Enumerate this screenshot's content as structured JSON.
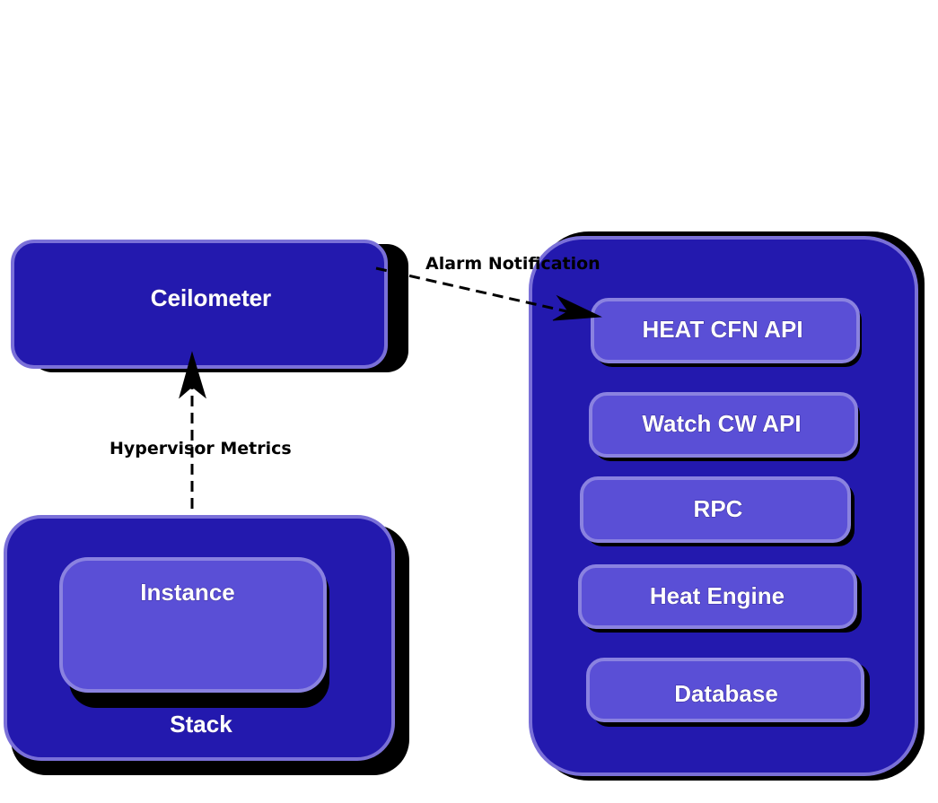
{
  "nodes": {
    "ceilometer": {
      "label": "Ceilometer"
    },
    "stack": {
      "label": "Stack"
    },
    "instance": {
      "label": "Instance"
    },
    "heat_cfn_api": {
      "label": "HEAT CFN API"
    },
    "watch_cw_api": {
      "label": "Watch CW API"
    },
    "rpc": {
      "label": "RPC"
    },
    "heat_engine": {
      "label": "Heat Engine"
    },
    "database": {
      "label": "Database"
    }
  },
  "edges": {
    "alarm_notification": {
      "label": "Alarm Notification",
      "from": "Ceilometer",
      "to": "HEAT CFN API"
    },
    "hypervisor_metrics": {
      "label": "Hypervisor Metrics",
      "from": "Stack",
      "to": "Ceilometer"
    }
  },
  "colors": {
    "container_fill": "#2319ae",
    "container_border": "#7a70d8",
    "component_fill": "#5a4fd6",
    "component_border": "#8a82e0",
    "shadow": "#000000",
    "label_text": "#ffffff",
    "edge": "#000000"
  }
}
